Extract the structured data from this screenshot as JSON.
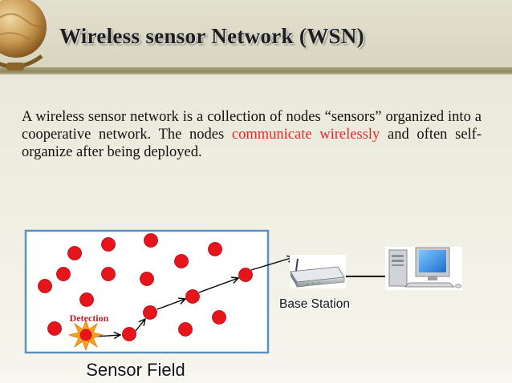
{
  "slide": {
    "title": "Wireless sensor Network (WSN)",
    "paragraph": {
      "before": "A wireless sensor network is a collection of nodes “sensors” organized into a cooperative network. The nodes ",
      "highlight": "communicate wirelessly",
      "after": " and often self-organize after being deployed."
    }
  },
  "diagram": {
    "detection_label": "Detection",
    "base_station_label": "Base Station",
    "sensor_field_label": "Sensor Field"
  },
  "colors": {
    "node": "#e8141c",
    "highlight_text": "#e5282c",
    "detection_label": "#b1242a",
    "field_border": "#5b91c0",
    "title_text": "#1e1e1e"
  }
}
